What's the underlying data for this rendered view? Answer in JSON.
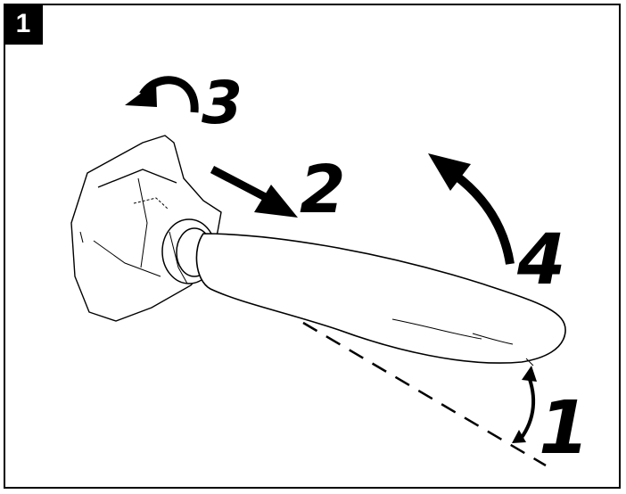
{
  "step_badge": "1",
  "steps": [
    {
      "number": "1",
      "arrow": "double-curved-arrow-icon"
    },
    {
      "number": "2",
      "arrow": "straight-arrow-icon"
    },
    {
      "number": "3",
      "arrow": "rotate-ccw-arrow-icon"
    },
    {
      "number": "4",
      "arrow": "curved-up-arrow-icon"
    }
  ],
  "colors": {
    "ink": "#000000",
    "paper": "#ffffff"
  }
}
